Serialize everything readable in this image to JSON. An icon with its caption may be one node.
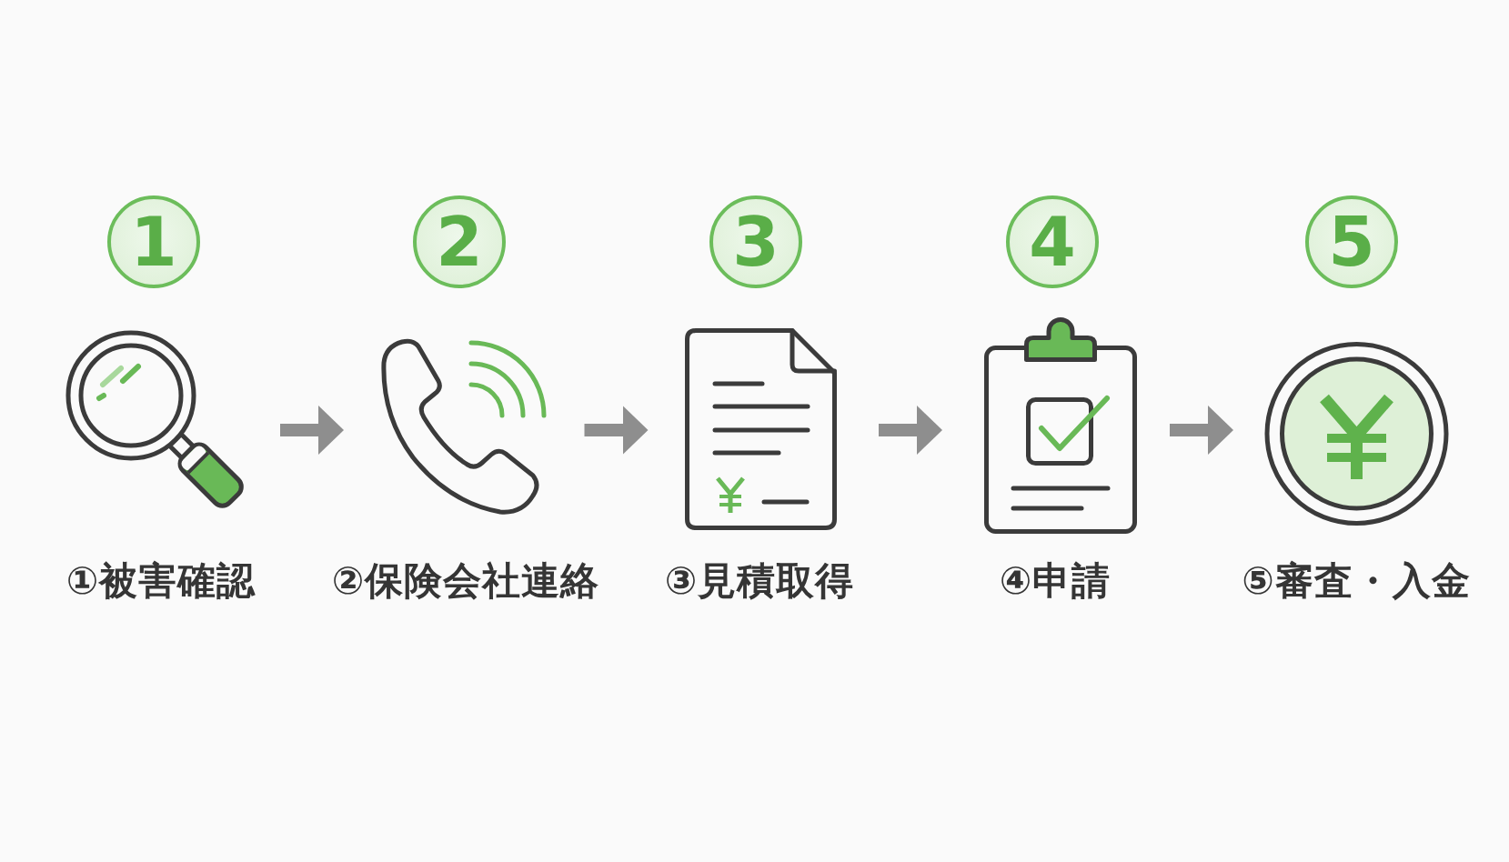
{
  "diagram": {
    "nodes": [
      {
        "text": [
          "1"
        ]
      },
      {
        "text": [],
        "shape": "picture",
        "beside": [
          "①被害確認"
        ]
      },
      {
        "text": [
          "2"
        ]
      },
      {
        "text": [],
        "shape": "picture",
        "beside": [
          "②保険会社連絡"
        ]
      },
      {
        "text": [
          "3"
        ]
      },
      {
        "text": [],
        "shape": "picture",
        "beside": [
          "③見積取得"
        ]
      },
      {
        "text": [
          "4"
        ]
      },
      {
        "text": [],
        "shape": "picture",
        "beside": [
          "④申請"
        ]
      },
      {
        "text": [
          "5"
        ]
      },
      {
        "text": [],
        "shape": "picture",
        "beside": [
          "⑤審査・入金"
        ]
      }
    ],
    "edges": [
      {
        "from": 1,
        "to": 3,
        "arrow": "to"
      },
      {
        "from": 3,
        "to": 5,
        "arrow": "to"
      },
      {
        "from": 5,
        "to": 7,
        "arrow": "to"
      },
      {
        "from": 7,
        "to": 9,
        "arrow": "to"
      }
    ]
  }
}
